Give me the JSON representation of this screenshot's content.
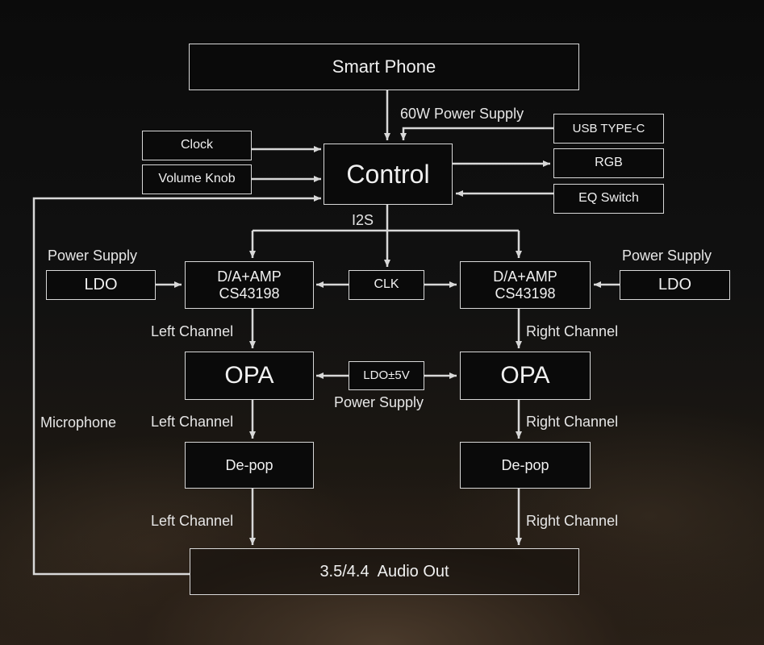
{
  "blocks": {
    "smart_phone": "Smart Phone",
    "control": "Control",
    "clock": "Clock",
    "volume_knob": "Volume Knob",
    "usb_typec": "USB TYPE-C",
    "rgb": "RGB",
    "eq_switch": "EQ Switch",
    "ldo_left": "LDO",
    "ldo_right": "LDO",
    "dac_left_line1": "D/A+AMP",
    "dac_left_line2": "CS43198",
    "dac_right_line1": "D/A+AMP",
    "dac_right_line2": "CS43198",
    "clk": "CLK",
    "opa_left": "OPA",
    "opa_right": "OPA",
    "ldo_pm5v": "LDO±5V",
    "depop_left": "De-pop",
    "depop_right": "De-pop",
    "audio_out": "3.5/4.4  Audio Out"
  },
  "labels": {
    "power_60w": "60W Power Supply",
    "i2s": "I2S",
    "power_supply_left": "Power Supply",
    "power_supply_right": "Power Supply",
    "power_supply_center": "Power Supply",
    "microphone": "Microphone",
    "left_channel_1": "Left Channel",
    "left_channel_2": "Left Channel",
    "left_channel_3": "Left Channel",
    "right_channel_1": "Right Channel",
    "right_channel_2": "Right Channel",
    "right_channel_3": "Right Channel"
  },
  "colors": {
    "line": "#d8d8d8",
    "box_border": "#d8d8d8",
    "text": "#ececec"
  }
}
